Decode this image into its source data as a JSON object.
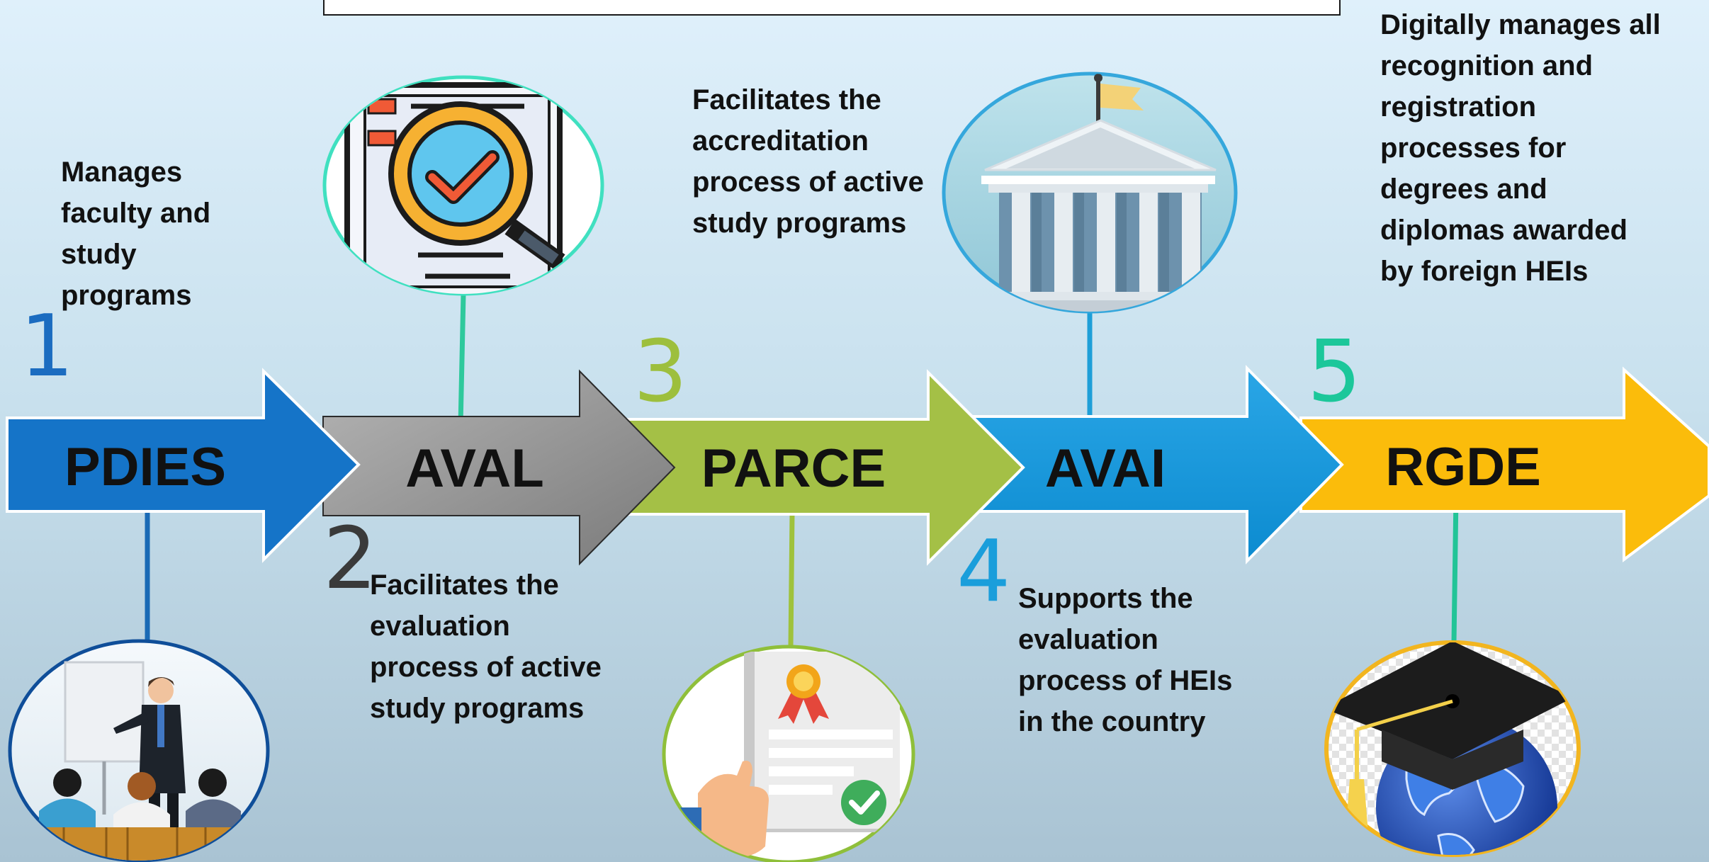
{
  "steps": [
    {
      "number": "1",
      "label": "PDIES",
      "description": "Manages\nfaculty and\nstudy\nprograms",
      "color": "#1574c8",
      "icon": "presentation-icon"
    },
    {
      "number": "2",
      "label": "AVAL",
      "description": "Facilitates the\nevaluation\nprocess of active\nstudy programs",
      "color": "#8e8e8e",
      "icon": "magnifier-check-icon"
    },
    {
      "number": "3",
      "label": "PARCE",
      "description": "Facilitates the\naccreditation\nprocess of active\nstudy programs",
      "color": "#a4c046",
      "icon": "certificate-icon"
    },
    {
      "number": "4",
      "label": "AVAI",
      "description": "Supports the\nevaluation\nprocess of HEIs\nin the country",
      "color": "#1ea0dc",
      "icon": "institution-building-icon"
    },
    {
      "number": "5",
      "label": "RGDE",
      "description": "Digitally manages all\nrecognition and\nregistration\nprocesses for\ndegrees and\ndiplomas awarded\nby foreign HEIs",
      "color": "#fbbc0b",
      "icon": "graduation-globe-icon"
    }
  ],
  "colors": {
    "step1_number": "#1b6cc0",
    "step2_number": "#3a3a3a",
    "step3_number": "#9dbf3d",
    "step4_number": "#1a9edb",
    "step5_number": "#1cc79a"
  }
}
